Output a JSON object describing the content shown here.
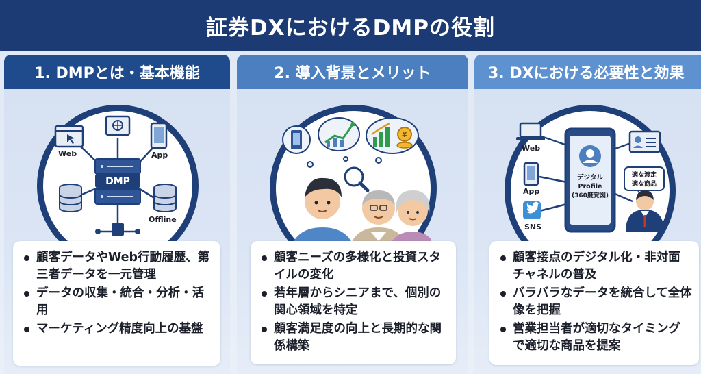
{
  "title": "証券DXにおけるDMPの役割",
  "columns": [
    {
      "heading": "1. DMPとは・基本機能",
      "diagram": {
        "center_label": "DMP",
        "sources": [
          "Web",
          "App",
          "Offline"
        ]
      },
      "bullets": [
        "顧客データやWeb行動履歴、第三者データを一元管理",
        "データの収集・統合・分析・活用",
        "マーケティング精度向上の基盤"
      ]
    },
    {
      "heading": "2. 導入背景とメリット",
      "bullets": [
        "顧客ニーズの多様化と投資スタイルの変化",
        "若年層からシニアまで、個別の関心領域を特定",
        "顧客満足度の向上と長期的な関係構築"
      ]
    },
    {
      "heading": "3. DXにおける必要性と効果",
      "diagram": {
        "channels": [
          "Web",
          "App",
          "SNS"
        ],
        "profile_lines": [
          "デジタル",
          "Profile",
          "(360度覚図)"
        ],
        "bubble_lines": [
          "適な渡定",
          "適な商品"
        ]
      },
      "bullets": [
        "顧客接点のデジタル化・非対面チャネルの普及",
        "バラバラなデータを統合して全体像を把握",
        "営業担当者が適切なタイミングで適切な商品を提案"
      ]
    }
  ],
  "colors": {
    "title_bg": "#1c3a73",
    "head1": "#1f4a8c",
    "head2": "#4c7fc0",
    "head3": "#5e91cf",
    "ring": "#1f3f78"
  }
}
